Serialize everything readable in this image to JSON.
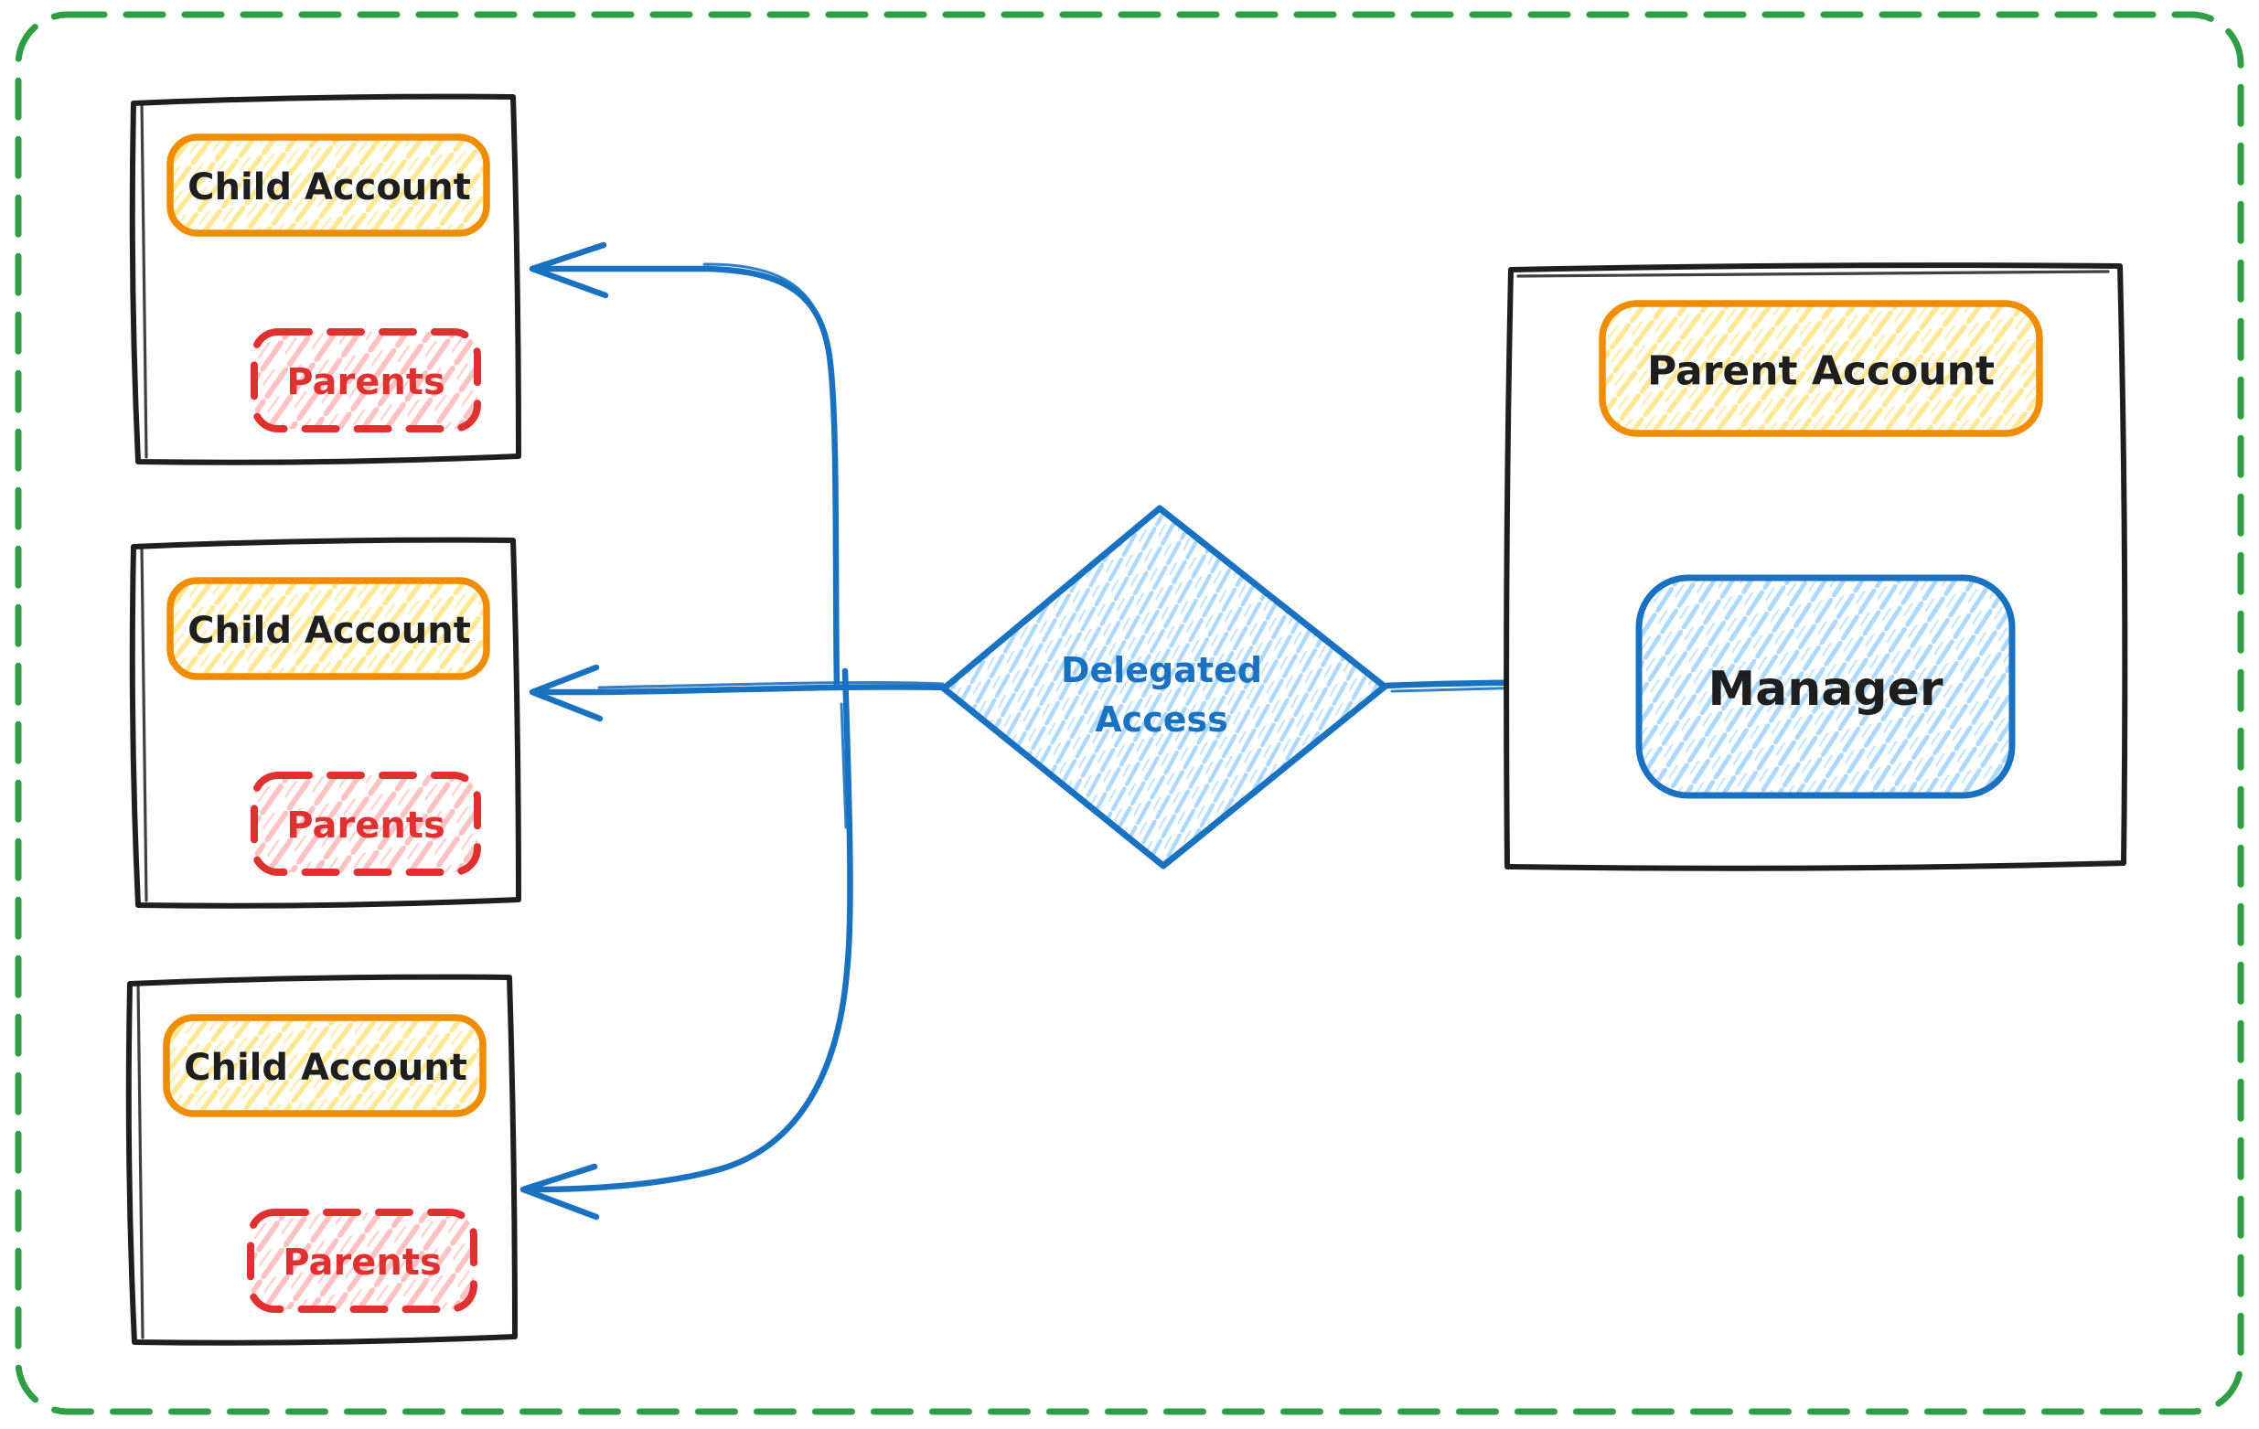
{
  "diagram": {
    "kind": "hand-drawn flowchart",
    "child_accounts": [
      {
        "title": "Child Account",
        "badge": "Parents"
      },
      {
        "title": "Child Account",
        "badge": "Parents"
      },
      {
        "title": "Child Account",
        "badge": "Parents"
      }
    ],
    "decision": {
      "line1": "Delegated",
      "line2": "Access"
    },
    "parent_account": {
      "title": "Parent Account",
      "member": "Manager"
    },
    "connections": [
      {
        "from": "Manager",
        "to": "Delegated Access"
      },
      {
        "from": "Delegated Access",
        "to": "Child Account 1"
      },
      {
        "from": "Delegated Access",
        "to": "Child Account 2"
      },
      {
        "from": "Delegated Access",
        "to": "Child Account 3"
      }
    ]
  },
  "colors": {
    "background": "#ffffff",
    "canvas_border_green": "#2f9e44",
    "frame_black": "#1e1e1e",
    "accent_orange": "#f08c00",
    "hatch_yellow": "#ffd43b",
    "accent_red": "#e03131",
    "hatch_pink": "#ff8f8f",
    "accent_blue": "#1971c2",
    "hatch_blue": "#74c0fc"
  }
}
